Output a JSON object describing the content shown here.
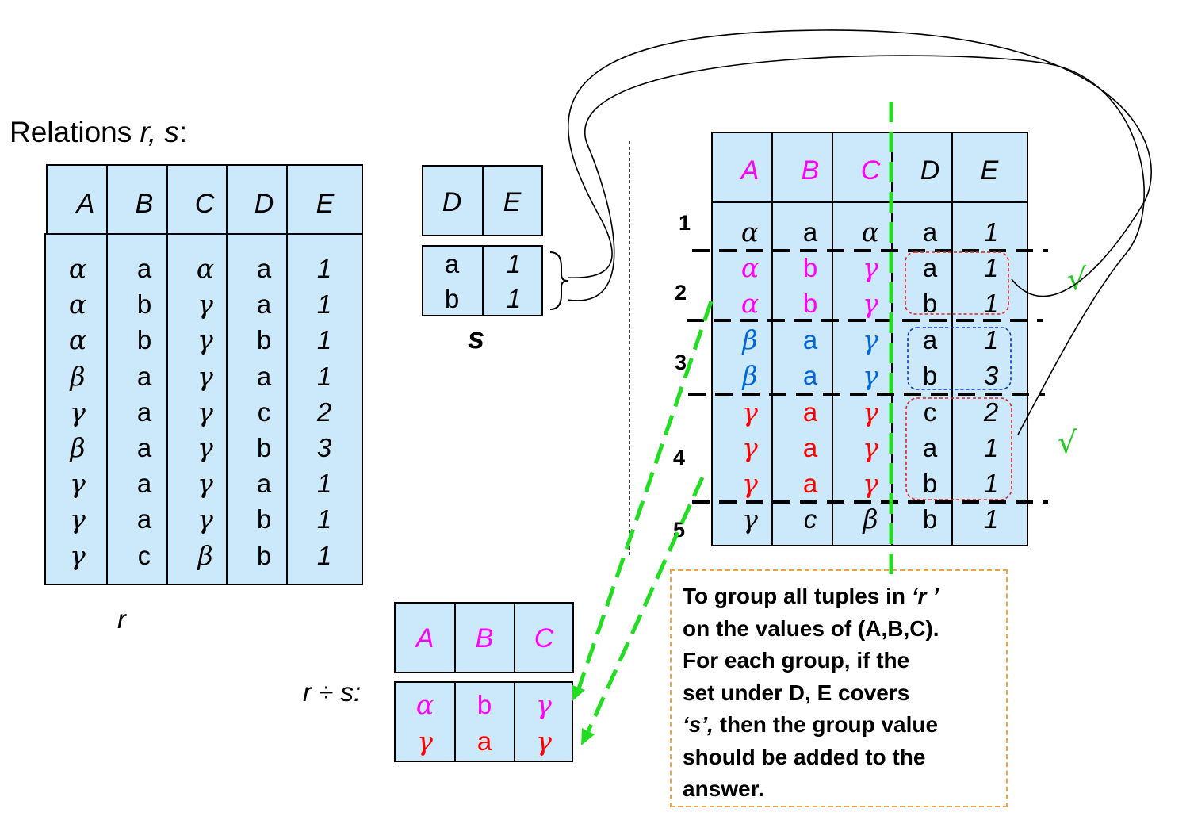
{
  "title": {
    "prefix": "Relations ",
    "r": "r",
    "comma": ", ",
    "s": "s",
    "suffix": ":"
  },
  "colors": {
    "header_bg": "#cce9fb",
    "magenta": "#ff00ff",
    "blue": "#0066dd",
    "red": "#ff0000",
    "green_dash": "#22dd22",
    "orange_border": "#f5a040",
    "check": "#22cc22"
  },
  "relation_r": {
    "label": "r",
    "headers": [
      "A",
      "B",
      "C",
      "D",
      "E"
    ],
    "columns": {
      "A": [
        "α",
        "α",
        "α",
        "β",
        "γ",
        "β",
        "γ",
        "γ",
        "γ"
      ],
      "B": [
        "a",
        "b",
        "b",
        "a",
        "a",
        "a",
        "a",
        "a",
        "c"
      ],
      "C": [
        "α",
        "γ",
        "γ",
        "γ",
        "γ",
        "γ",
        "γ",
        "γ",
        "β"
      ],
      "D": [
        "a",
        "a",
        "b",
        "a",
        "c",
        "b",
        "a",
        "b",
        "b"
      ],
      "E": [
        "1",
        "1",
        "1",
        "1",
        "2",
        "3",
        "1",
        "1",
        "1"
      ]
    }
  },
  "relation_s": {
    "label": "s",
    "headers": [
      "D",
      "E"
    ],
    "columns": {
      "D": [
        "a",
        "b"
      ],
      "E": [
        "1",
        "1"
      ]
    }
  },
  "grouped": {
    "headers": [
      "A",
      "B",
      "C",
      "D",
      "E"
    ],
    "group_numbers": [
      "1",
      "2",
      "3",
      "4",
      "5"
    ],
    "rows": [
      {
        "A": "α",
        "B": "a",
        "C": "α",
        "D": "a",
        "E": "1",
        "color": "#000000"
      },
      {
        "A": "α",
        "B": "b",
        "C": "γ",
        "D": "a",
        "E": "1",
        "color": "#ff00ff"
      },
      {
        "A": "α",
        "B": "b",
        "C": "γ",
        "D": "b",
        "E": "1",
        "color": "#ff00ff"
      },
      {
        "A": "β",
        "B": "a",
        "C": "γ",
        "D": "a",
        "E": "1",
        "color": "#0066dd"
      },
      {
        "A": "β",
        "B": "a",
        "C": "γ",
        "D": "b",
        "E": "3",
        "color": "#0066dd"
      },
      {
        "A": "γ",
        "B": "a",
        "C": "γ",
        "D": "c",
        "E": "2",
        "color": "#ff0000"
      },
      {
        "A": "γ",
        "B": "a",
        "C": "γ",
        "D": "a",
        "E": "1",
        "color": "#ff0000"
      },
      {
        "A": "γ",
        "B": "a",
        "C": "γ",
        "D": "b",
        "E": "1",
        "color": "#ff0000"
      },
      {
        "A": "γ",
        "B": "c",
        "C": "β",
        "D": "b",
        "E": "1",
        "color": "#000000"
      }
    ],
    "checkmarks": [
      "√",
      "√"
    ]
  },
  "result": {
    "label": "r ÷ s:",
    "headers": [
      "A",
      "B",
      "C"
    ],
    "rows": [
      {
        "A": "α",
        "B": "b",
        "C": "γ",
        "color": "#ff00ff"
      },
      {
        "A": "γ",
        "B": "a",
        "C": "γ",
        "color": "#ff0000"
      }
    ]
  },
  "note": {
    "lines": [
      [
        "To group all tuples in ",
        {
          "em": "‘r ’"
        }
      ],
      [
        "on the values of (A,B,C)."
      ],
      [
        "For each group, if the"
      ],
      [
        "set under D, E covers"
      ],
      [
        {
          "em": "‘s’,"
        },
        " then the group value"
      ],
      [
        "should be added to the"
      ],
      [
        "answer."
      ]
    ]
  }
}
